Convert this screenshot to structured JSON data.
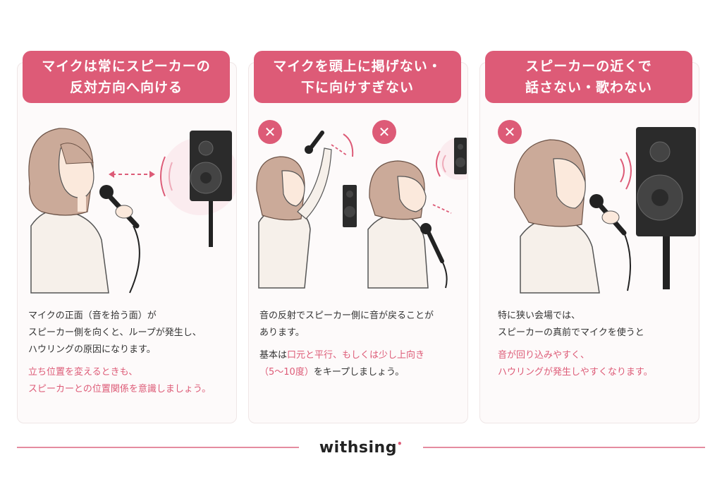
{
  "colors": {
    "accent": "#dd5b77",
    "text": "#333333",
    "card_bg": "#fdfafa"
  },
  "cards": [
    {
      "title_lines": [
        "マイクは常にスピーカーの",
        "反対方向へ向ける"
      ],
      "paragraphs": [
        {
          "style": "normal",
          "lines": [
            "マイクの正面（音を拾う面）が",
            "スピーカー側を向くと、ループが発生し、",
            "ハウリングの原因になります。"
          ]
        },
        {
          "style": "accent",
          "lines": [
            "立ち位置を変えるときも、",
            "スピーカーとの位置関係を意識しましょう。"
          ]
        }
      ]
    },
    {
      "title_lines": [
        "マイクを頭上に掲げない・",
        "下に向けすぎない"
      ],
      "paragraphs": [
        {
          "style": "normal",
          "lines": [
            "音の反射でスピーカー側に音が戻ることが",
            "あります。"
          ]
        },
        {
          "style": "mixed",
          "lines": [
            "基本は口元と平行、もしくは少し上向き",
            "（5〜10度）をキープしましょう。"
          ]
        }
      ],
      "mixed_parts": {
        "l1_pre": "基本は",
        "l1_accent": "口元と平行、もしくは少し上向き",
        "l2_accent": "（5〜10度）",
        "l2_post": "をキープしましょう。"
      }
    },
    {
      "title_lines": [
        "スピーカーの近くで",
        "話さない・歌わない"
      ],
      "paragraphs": [
        {
          "style": "normal",
          "lines": [
            "特に狭い会場では、",
            "スピーカーの真前でマイクを使うと"
          ]
        },
        {
          "style": "accent",
          "lines": [
            "音が回り込みやすく、",
            "ハウリングが発生しやすくなります。"
          ]
        }
      ]
    }
  ],
  "icons": [
    "x-mark-icon",
    "speaker-icon",
    "microphone-icon",
    "sound-wave-icon",
    "double-arrow-icon"
  ],
  "x_mark_glyph": "✕",
  "brand": {
    "name": "withsing",
    "dot": "•"
  }
}
